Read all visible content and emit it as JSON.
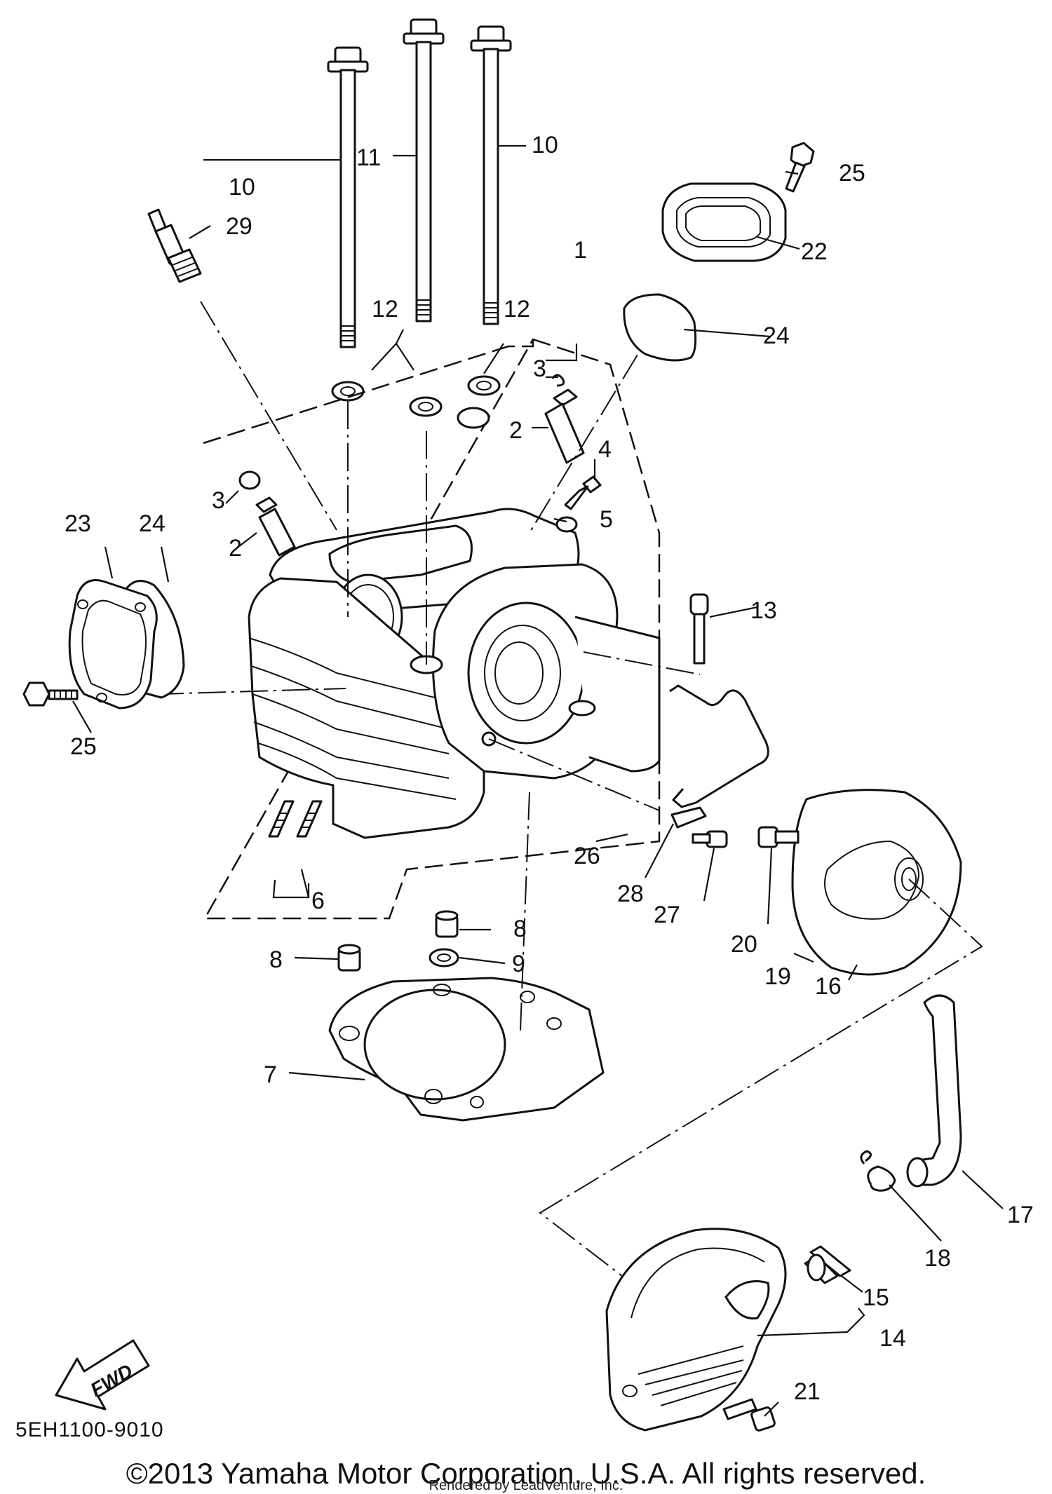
{
  "diagram": {
    "code": "5EH1100-9010",
    "fwd_label": "FWD",
    "copyright": "©2013 Yamaha Motor Corporation, U.S.A. All rights reserved.",
    "render_credit": "Rendered by LeadVenture, Inc."
  },
  "callouts": [
    "1",
    "2",
    "2",
    "3",
    "3",
    "4",
    "5",
    "6",
    "7",
    "8",
    "8",
    "9",
    "10",
    "10",
    "11",
    "12",
    "12",
    "13",
    "14",
    "15",
    "16",
    "17",
    "18",
    "19",
    "20",
    "21",
    "22",
    "23",
    "24",
    "24",
    "25",
    "25",
    "26",
    "27",
    "28",
    "29"
  ]
}
